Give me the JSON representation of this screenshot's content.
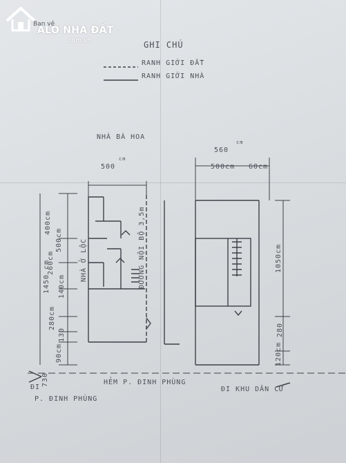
{
  "watermark": {
    "brand": "ALO NHÀ ĐẤT",
    "domain": ".com.vn"
  },
  "header": {
    "corner_stamp": "Ban vẽ"
  },
  "legend": {
    "title": "GHI CHÚ",
    "land_boundary": "RANH GIỚI ĐẤT",
    "house_boundary": "RANH GIỚI NHÀ"
  },
  "plan": {
    "unit": "cm",
    "neighbor": "NHÀ BÀ HOA",
    "left": {
      "width": "500",
      "house": "NHÀ Ở LỘC",
      "internal_path": "ĐƯỜNG NỘI BỘ 3,5m",
      "dims": {
        "total": "1450 cm",
        "d1": "400cm",
        "d2": "500cm",
        "d3": "260cm",
        "d4": "140cm",
        "d5": "280cm",
        "d6": "130",
        "d7": "90cm",
        "d8": "730"
      }
    },
    "right": {
      "total_width": "560",
      "house_width": "500cm",
      "setback_width": "60cm",
      "dims": {
        "length": "1050cm",
        "d1": "280",
        "d2": "120cm"
      }
    }
  },
  "street": {
    "alley": "HẺM P. ĐINH PHÙNG",
    "to_residential": "ĐI KHU DÂN CƯ",
    "go": "ĐI",
    "go_to": "P. ĐINH PHÙNG"
  }
}
